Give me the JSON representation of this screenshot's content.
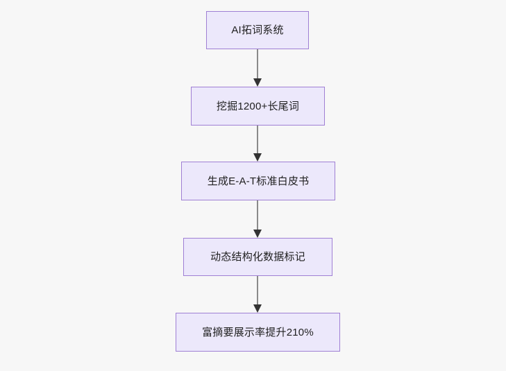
{
  "diagram": {
    "type": "flowchart",
    "direction": "top-to-bottom",
    "background_color": "#f7f7f7",
    "node_fill_color": "#ece8fb",
    "node_border_color": "#9f7fd4",
    "node_text_color": "#1f1f1f",
    "edge_line_color": "#8a8a8a",
    "edge_arrowhead_color": "#333333",
    "nodes": [
      {
        "id": "n0",
        "label": "AI拓词系统"
      },
      {
        "id": "n1",
        "label": "挖掘1200+长尾词"
      },
      {
        "id": "n2",
        "label": "生成E-A-T标准白皮书"
      },
      {
        "id": "n3",
        "label": "动态结构化数据标记"
      },
      {
        "id": "n4",
        "label": "富摘要展示率提升210%"
      }
    ],
    "edges": [
      {
        "from": "n0",
        "to": "n1",
        "label": ""
      },
      {
        "from": "n1",
        "to": "n2",
        "label": ""
      },
      {
        "from": "n2",
        "to": "n3",
        "label": ""
      },
      {
        "from": "n3",
        "to": "n4",
        "label": ""
      }
    ]
  }
}
